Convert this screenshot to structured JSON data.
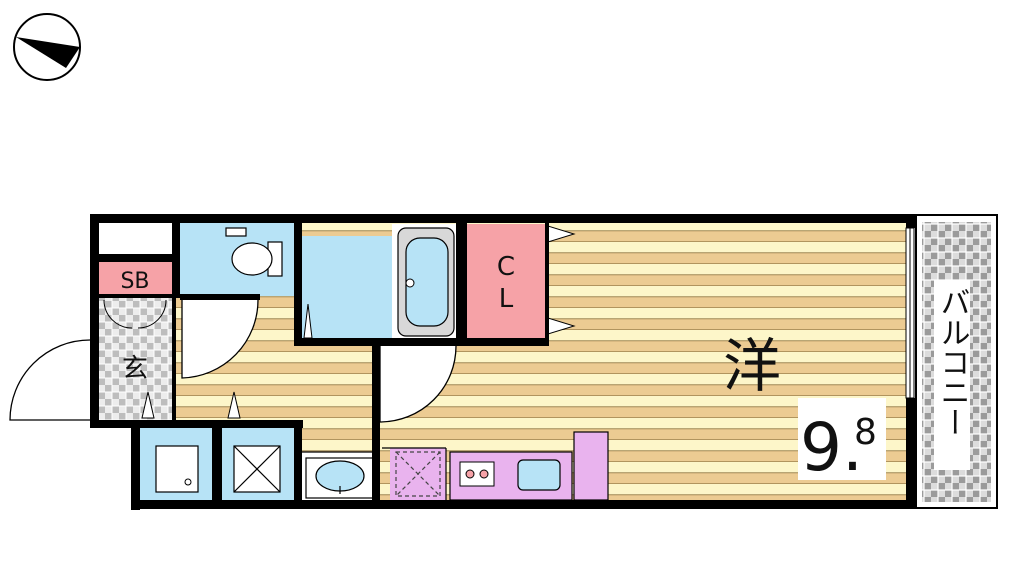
{
  "labels": {
    "shoe_box": "SB",
    "entrance": "玄",
    "closet_line1": "C",
    "closet_line2": "L",
    "western_room": "洋",
    "area_main": "9.",
    "area_decimal": "8",
    "balcony": "バルコニー"
  },
  "colors": {
    "floor_stripe_light": "#fdf6c9",
    "floor_stripe_dark": "#eccb92",
    "wet_area": "#b7e3f6",
    "closet": "#f6a2a7",
    "kitchen": "#e9b3ee",
    "tile_grey": "#9a9a9a",
    "wall": "#000000"
  },
  "icons": [
    "compass-icon",
    "toilet-icon",
    "bathtub-icon",
    "washbasin-icon",
    "washing-machine-icon",
    "refrigerator-icon",
    "stove-icon",
    "sink-icon"
  ]
}
